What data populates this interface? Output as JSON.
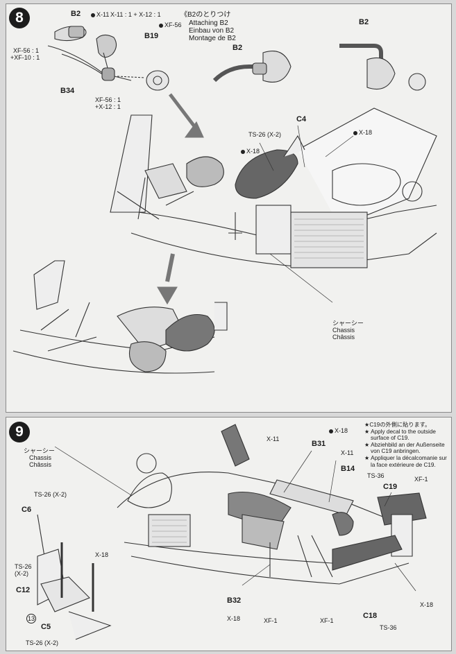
{
  "step8": {
    "number": "8",
    "title_jp": "《B2のとりつけ",
    "title_en": "Attaching B2",
    "title_de": "Einbau von B2",
    "title_fr": "Montage de B2",
    "labels": {
      "b2_a": "B2",
      "b2_b": "B2",
      "b2_c": "B2",
      "x11": "X-11",
      "x11_x12": "X-11 : 1 + X-12 : 1",
      "xf56_top": "XF-56",
      "b19": "B19",
      "xf56_xf10_a": "XF-56 : 1",
      "xf56_xf10_b": "+XF-10 : 1",
      "b34": "B34",
      "xf56_x12_a": "XF-56 : 1",
      "xf56_x12_b": "+X-12 : 1",
      "c4": "C4",
      "ts26": "TS-26 (X-2)",
      "x18_a": "X-18",
      "x18_b": "X-18",
      "chassis_jp": "シャーシー",
      "chassis_en": "Chassis",
      "chassis_fr": "Châssis"
    }
  },
  "step9": {
    "number": "9",
    "note_lines": [
      "★C19の外側に貼ります。",
      "★ Apply decal to the outside",
      "surface of C19.",
      "★ Abziehbild an der Außenseite",
      "von C19 anbringen.",
      "★ Appliquer la décalcomanie sur",
      "la face extérieure de C19."
    ],
    "labels": {
      "chassis_jp": "シャーシー",
      "chassis_en": "Chassis",
      "chassis_fr": "Châssis",
      "ts26_top": "TS-26 (X-2)",
      "c6": "C6",
      "ts26_left_a": "TS-26",
      "ts26_left_b": "(X-2)",
      "c12": "C12",
      "decal13": "13",
      "c5": "C5",
      "ts26_bottom": "TS-26 (X-2)",
      "x18_left": "X-18",
      "x11_a": "X-11",
      "x18_top": "X-18",
      "b31": "B31",
      "x11_b": "X-11",
      "b14": "B14",
      "ts36_top": "TS-36",
      "xf1_top": "XF-1",
      "c19": "C19",
      "b32": "B32",
      "x18_b32": "X-18",
      "xf1_a": "XF-1",
      "xf1_b": "XF-1",
      "c18": "C18",
      "ts36_bottom": "TS-36",
      "x18_right": "X-18"
    }
  }
}
